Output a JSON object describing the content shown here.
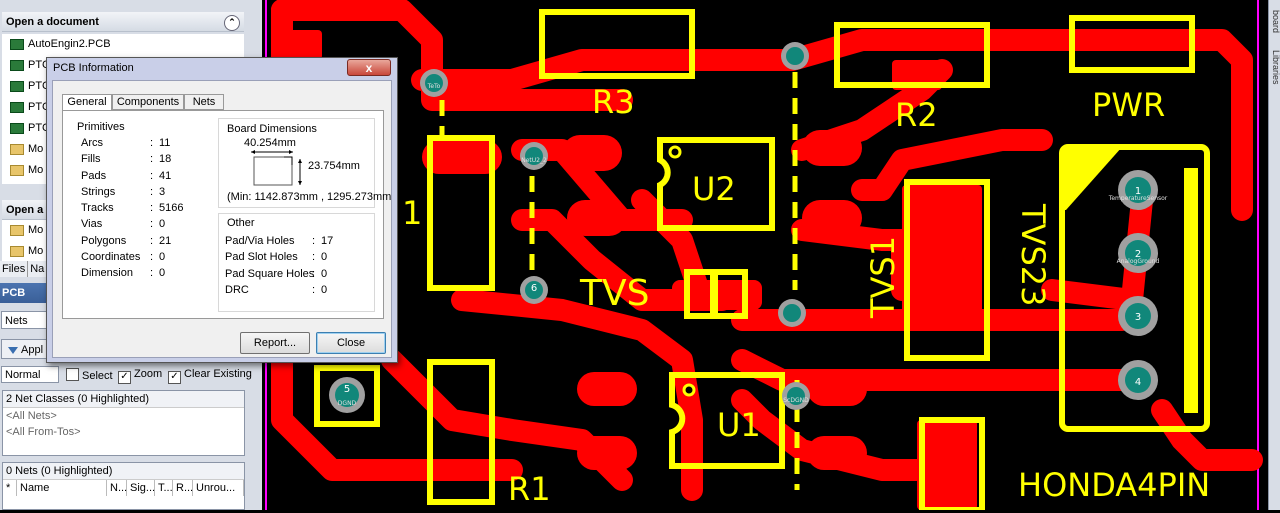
{
  "left_panel": {
    "open_doc_header": "Open a document",
    "documents": [
      {
        "name": "AutoEngin2.PCB",
        "icon": "pcb-file-icon"
      },
      {
        "name": "PTC",
        "icon": "pcb-file-icon"
      },
      {
        "name": "PTC",
        "icon": "pcb-file-icon"
      },
      {
        "name": "PTC",
        "icon": "pcb-file-icon"
      },
      {
        "name": "PTC",
        "icon": "pcb-file-icon"
      },
      {
        "name": "Mo",
        "icon": "folder-icon"
      },
      {
        "name": "Mo",
        "icon": "folder-open-icon"
      }
    ],
    "open_project_header": "Open a",
    "projects": [
      {
        "name": "Mo",
        "icon": "folder-icon"
      },
      {
        "name": "Mo",
        "icon": "folder-open-icon"
      }
    ],
    "tabs": [
      "Files",
      "Na"
    ],
    "pcb_header": "PCB",
    "nets_select": "Nets",
    "apply_label": "Appl",
    "mode_select": "Normal",
    "select_label": "Select",
    "zoom_label": "Zoom",
    "clear_existing_label": "Clear Existing",
    "select_checked": false,
    "zoom_checked": true,
    "clear_existing_checked": true,
    "net_classes_header": "2 Net Classes (0 Highlighted)",
    "net_class_items": [
      "<All Nets>",
      "<All From-Tos>"
    ],
    "nets_header": "0 Nets (0 Highlighted)",
    "net_columns": [
      "*",
      "Name",
      "N...",
      "Sig...",
      "T...",
      "R...",
      "Unrou..."
    ]
  },
  "right_strip": {
    "tabs": [
      "board",
      "Libraries"
    ]
  },
  "dialog": {
    "title": "PCB Information",
    "close_glyph": "x",
    "tabs": [
      "General",
      "Components",
      "Nets"
    ],
    "active_tab": "General",
    "primitives_title": "Primitives",
    "primitives": [
      {
        "label": "Arcs",
        "value": "11"
      },
      {
        "label": "Fills",
        "value": "18"
      },
      {
        "label": "Pads",
        "value": "41"
      },
      {
        "label": "Strings",
        "value": "3"
      },
      {
        "label": "Tracks",
        "value": "5166"
      },
      {
        "label": "Vias",
        "value": "0"
      },
      {
        "label": "Polygons",
        "value": "21"
      },
      {
        "label": "Coordinates",
        "value": "0"
      },
      {
        "label": "Dimension",
        "value": "0"
      }
    ],
    "board_dimensions_title": "Board Dimensions",
    "board_width": "40.254mm",
    "board_height": "23.754mm",
    "board_min": "(Min: 1142.873mm , 1295.273mm",
    "other_title": "Other",
    "other": [
      {
        "label": "Pad/Via Holes",
        "value": "17"
      },
      {
        "label": "Pad Slot Holes",
        "value": "0"
      },
      {
        "label": "Pad Square Holes",
        "value": "0"
      },
      {
        "label": "DRC",
        "value": "0"
      }
    ],
    "report_button": "Report...",
    "close_button": "Close"
  },
  "pcb": {
    "labels": [
      "R3",
      "R2",
      "PWR",
      "U2",
      "TVS",
      "TVS1",
      "TVS23",
      "U1",
      "R1",
      "HONDA4PIN",
      "1"
    ],
    "pad_numbers": [
      "1",
      "2",
      "3",
      "4",
      "5",
      "6"
    ],
    "net_hints": [
      "TeTo",
      "ScDGND",
      "TemperatureSensor",
      "AnalogGround",
      "NetU2_2",
      "DGND"
    ],
    "colors": {
      "copper": "#ff0000",
      "silk": "#ffff00",
      "background": "#000000",
      "pad_grey": "#a0a0a0",
      "via_teal": "#11877a",
      "board_outline": "#ff00ff"
    }
  }
}
